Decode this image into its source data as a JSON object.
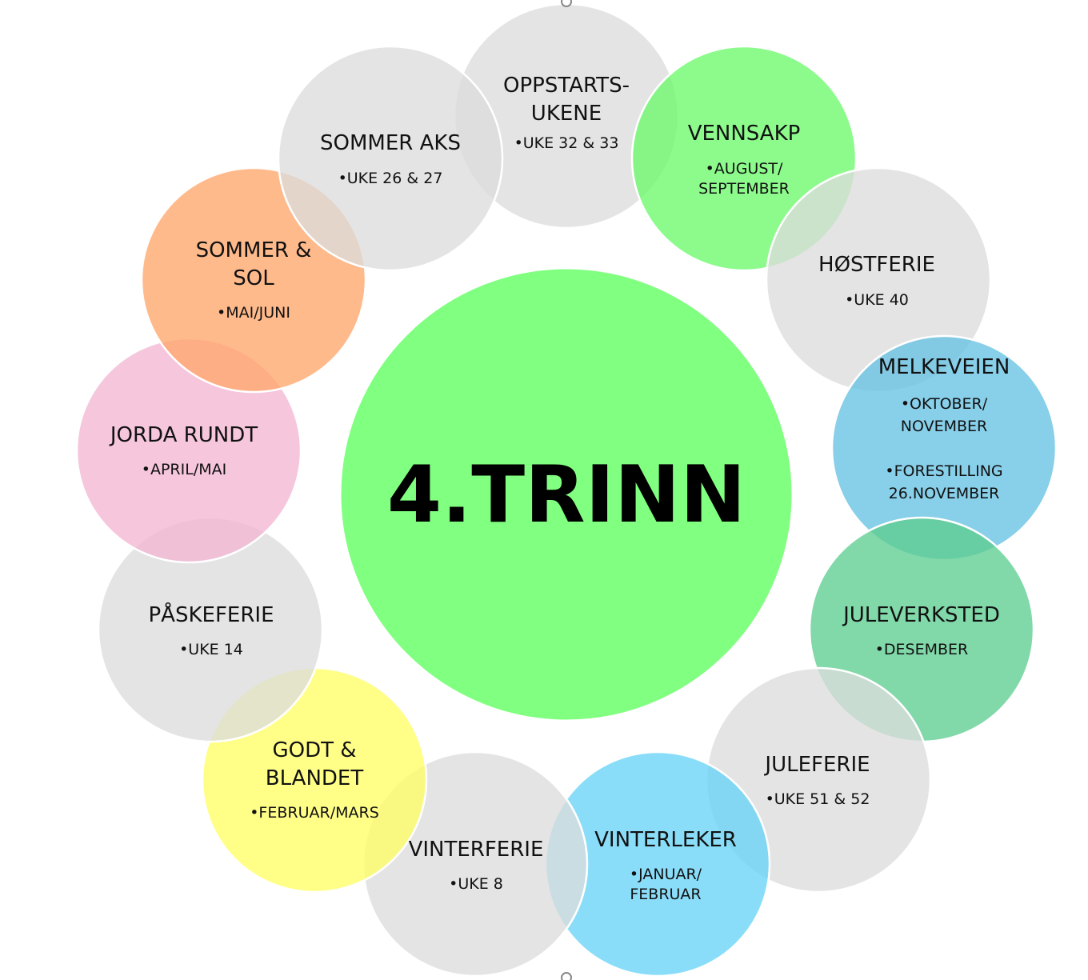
{
  "center": {
    "label": "4.TRINN",
    "color": "#80FF80"
  },
  "colors": {
    "grey": "#DDDDDD",
    "green": "#6CFA6C",
    "orange": "#FFA66B",
    "pink": "#F2B6D2",
    "blue": "#67C1E3",
    "teal": "#5DCD91",
    "yellow": "#FFFF66",
    "light_blue": "#69D3F7"
  },
  "events": [
    {
      "title": [
        "OPPSTARTS-",
        "UKENE"
      ],
      "details": [
        "•UKE 32 & 33"
      ],
      "color": "#DDDDDD"
    },
    {
      "title": [
        "VENNSAKP"
      ],
      "details": [
        "•AUGUST/",
        "SEPTEMBER"
      ],
      "color": "#6CFA6C"
    },
    {
      "title": [
        "HØSTFERIE"
      ],
      "details": [
        "•UKE 40"
      ],
      "color": "#DDDDDD"
    },
    {
      "title": [
        "MELKEVEIEN"
      ],
      "details": [
        "•OKTOBER/",
        "NOVEMBER",
        "",
        "•FORESTILLING",
        "26.NOVEMBER"
      ],
      "color": "#67C1E3"
    },
    {
      "title": [
        "JULEVERKSTED"
      ],
      "details": [
        "•DESEMBER"
      ],
      "color": "#5DCD91"
    },
    {
      "title": [
        "JULEFERIE"
      ],
      "details": [
        "•UKE 51 & 52"
      ],
      "color": "#DDDDDD"
    },
    {
      "title": [
        "VINTERLEKER"
      ],
      "details": [
        "•JANUAR/",
        "FEBRUAR"
      ],
      "color": "#69D3F7"
    },
    {
      "title": [
        "VINTERFERIE"
      ],
      "details": [
        "•UKE 8"
      ],
      "color": "#DDDDDD"
    },
    {
      "title": [
        "GODT &",
        "BLANDET"
      ],
      "details": [
        "•FEBRUAR/MARS"
      ],
      "color": "#FFFF66"
    },
    {
      "title": [
        "PÅSKEFERIE"
      ],
      "details": [
        "•UKE 14"
      ],
      "color": "#DDDDDD"
    },
    {
      "title": [
        "JORDA RUNDT"
      ],
      "details": [
        "•APRIL/MAI"
      ],
      "color": "#F2B6D2"
    },
    {
      "title": [
        "SOMMER &",
        "SOL"
      ],
      "details": [
        "•MAI/JUNI"
      ],
      "color": "#FFA66B"
    },
    {
      "title": [
        "SOMMER AKS"
      ],
      "details": [
        "•UKE 26 & 27"
      ],
      "color": "#DDDDDD"
    }
  ]
}
